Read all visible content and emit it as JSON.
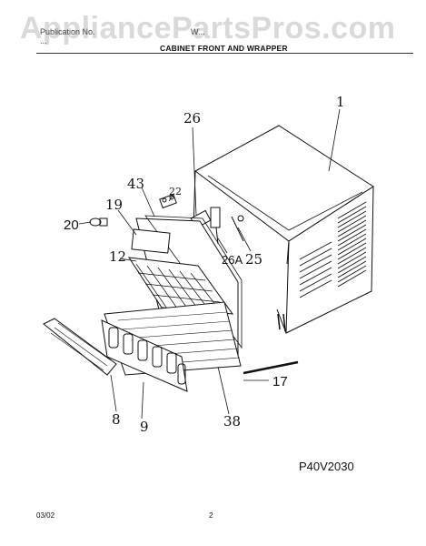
{
  "watermark": "AppliancePartsPros.com",
  "header": {
    "publication_label": "Publication No.",
    "model_label": "W...",
    "publication_number": "...",
    "title": "CABINET FRONT AND WRAPPER"
  },
  "callouts": {
    "c1": "1",
    "c26": "26",
    "c43": "43",
    "c22": "22",
    "c19": "19",
    "c20": "20",
    "c12": "12",
    "c26a": "26A",
    "c25": "25",
    "c17": "17",
    "c8": "8",
    "c9": "9",
    "c38": "38"
  },
  "diagram_code": "P40V2030",
  "footer": {
    "date": "03/02",
    "page": "2"
  }
}
